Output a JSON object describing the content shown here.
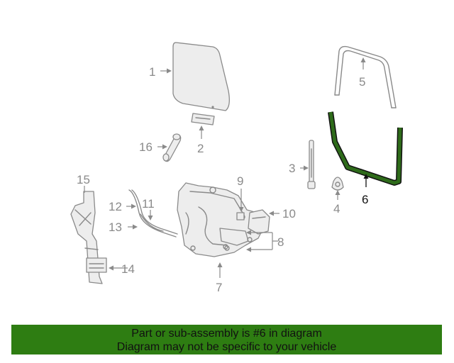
{
  "callouts": {
    "c1": "1",
    "c2": "2",
    "c3": "3",
    "c4": "4",
    "c5": "5",
    "c6": "6",
    "c7": "7",
    "c8": "8",
    "c9": "9",
    "c10": "10",
    "c11": "11",
    "c12": "12",
    "c13": "13",
    "c14": "14",
    "c15": "15",
    "c16": "16"
  },
  "highlight": {
    "part": "6",
    "color": "#2e6b1a"
  },
  "banner": {
    "line1": "Part or sub-assembly is #6 in diagram",
    "line2": "Diagram may not be specific to your vehicle",
    "background": "#2e7d12"
  }
}
